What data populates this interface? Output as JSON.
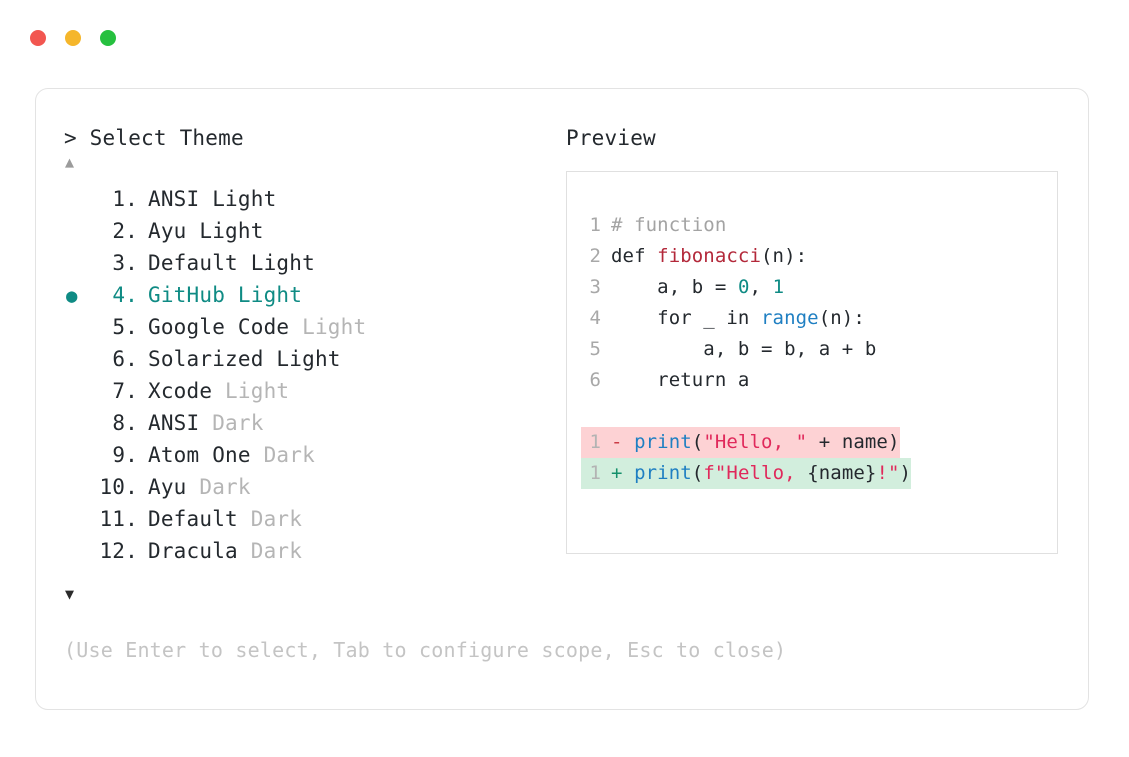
{
  "window": {
    "dots": [
      {
        "name": "close-dot",
        "color": "#f25650"
      },
      {
        "name": "minimize-dot",
        "color": "#f5b62b"
      },
      {
        "name": "maximize-dot",
        "color": "#26c03f"
      }
    ]
  },
  "selector": {
    "prompt": "> Select Theme",
    "scroll_up": "▲",
    "scroll_down": "▼",
    "bullet": "●",
    "selected_index": 4,
    "accent": "#0f8b84",
    "items": [
      {
        "index": "1.",
        "name": "ANSI",
        "mode": " Light",
        "mode_muted": false,
        "selected": false
      },
      {
        "index": "2.",
        "name": "Ayu",
        "mode": " Light",
        "mode_muted": false,
        "selected": false
      },
      {
        "index": "3.",
        "name": "Default",
        "mode": " Light",
        "mode_muted": false,
        "selected": false
      },
      {
        "index": "4.",
        "name": "GitHub",
        "mode": " Light",
        "mode_muted": false,
        "selected": true
      },
      {
        "index": "5.",
        "name": "Google Code",
        "mode": " Light",
        "mode_muted": true,
        "selected": false
      },
      {
        "index": "6.",
        "name": "Solarized",
        "mode": " Light",
        "mode_muted": false,
        "selected": false
      },
      {
        "index": "7.",
        "name": "Xcode",
        "mode": " Light",
        "mode_muted": true,
        "selected": false
      },
      {
        "index": "8.",
        "name": "ANSI",
        "mode": " Dark",
        "mode_muted": true,
        "selected": false
      },
      {
        "index": "9.",
        "name": "Atom One",
        "mode": " Dark",
        "mode_muted": true,
        "selected": false
      },
      {
        "index": "10.",
        "name": "Ayu",
        "mode": " Dark",
        "mode_muted": true,
        "selected": false
      },
      {
        "index": "11.",
        "name": "Default",
        "mode": " Dark",
        "mode_muted": true,
        "selected": false
      },
      {
        "index": "12.",
        "name": "Dracula",
        "mode": " Dark",
        "mode_muted": true,
        "selected": false
      }
    ]
  },
  "preview": {
    "label": "Preview",
    "lines": [
      {
        "ln": "1",
        "tokens": [
          {
            "t": "# function",
            "c": "comment"
          }
        ]
      },
      {
        "ln": "2",
        "tokens": [
          {
            "t": "def ",
            "c": "kw"
          },
          {
            "t": "fibonacci",
            "c": "fn"
          },
          {
            "t": "(n):",
            "c": "punc"
          }
        ]
      },
      {
        "ln": "3",
        "tokens": [
          {
            "t": "    a, b = ",
            "c": "kw"
          },
          {
            "t": "0",
            "c": "num"
          },
          {
            "t": ", ",
            "c": "punc"
          },
          {
            "t": "1",
            "c": "num"
          }
        ]
      },
      {
        "ln": "4",
        "tokens": [
          {
            "t": "    for _ in ",
            "c": "kw"
          },
          {
            "t": "range",
            "c": "builtin"
          },
          {
            "t": "(n):",
            "c": "punc"
          }
        ]
      },
      {
        "ln": "5",
        "tokens": [
          {
            "t": "        a, b = b, a + b",
            "c": "kw"
          }
        ]
      },
      {
        "ln": "6",
        "tokens": [
          {
            "t": "    return a",
            "c": "kw"
          }
        ]
      }
    ],
    "diff": [
      {
        "ln": "1",
        "kind": "del",
        "sign": "-",
        "tokens": [
          {
            "t": " ",
            "c": "punc"
          },
          {
            "t": "print",
            "c": "builtin"
          },
          {
            "t": "(",
            "c": "punc"
          },
          {
            "t": "\"Hello, \"",
            "c": "str"
          },
          {
            "t": " + name)",
            "c": "punc"
          }
        ]
      },
      {
        "ln": "1",
        "kind": "add",
        "sign": "+",
        "tokens": [
          {
            "t": " ",
            "c": "punc"
          },
          {
            "t": "print",
            "c": "builtin"
          },
          {
            "t": "(",
            "c": "punc"
          },
          {
            "t": "f\"Hello, ",
            "c": "str"
          },
          {
            "t": "{name}",
            "c": "punc"
          },
          {
            "t": "!\"",
            "c": "str"
          },
          {
            "t": ")",
            "c": "punc"
          }
        ]
      }
    ]
  },
  "hint": "(Use Enter to select, Tab to configure scope, Esc to close)"
}
